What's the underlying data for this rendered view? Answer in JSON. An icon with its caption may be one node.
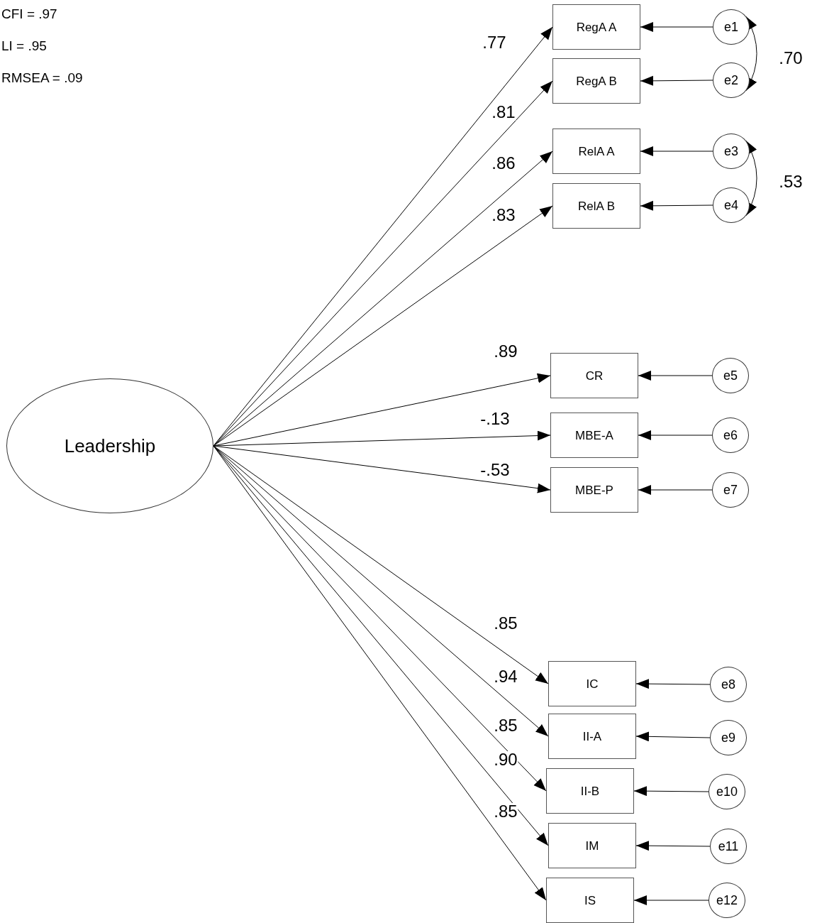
{
  "diagram": {
    "nodes": [
      {
        "text": [
          "Leadership"
        ]
      },
      {
        "text": [
          "RegA A"
        ]
      },
      {
        "text": [
          "RegA B"
        ]
      },
      {
        "text": [
          "RelA A"
        ]
      },
      {
        "text": [
          "RelA B"
        ]
      },
      {
        "text": [
          "CR"
        ]
      },
      {
        "text": [
          "MBE-A"
        ]
      },
      {
        "text": [
          "MBE-P"
        ]
      },
      {
        "text": [
          "IC"
        ]
      },
      {
        "text": [
          "II-A"
        ]
      },
      {
        "text": [
          "II-B"
        ]
      },
      {
        "text": [
          "IM"
        ]
      },
      {
        "text": [
          "IS"
        ]
      },
      {
        "text": [
          "e1"
        ]
      },
      {
        "text": [
          "e2"
        ]
      },
      {
        "text": [
          "e3"
        ]
      },
      {
        "text": [
          "e4"
        ]
      },
      {
        "text": [
          "e5"
        ]
      },
      {
        "text": [
          "e6"
        ]
      },
      {
        "text": [
          "e7"
        ]
      },
      {
        "text": [
          "e8"
        ]
      },
      {
        "text": [
          "e9"
        ]
      },
      {
        "text": [
          "e10"
        ]
      },
      {
        "text": [
          "e11"
        ]
      },
      {
        "text": [
          "e12"
        ]
      }
    ],
    "edges": [
      {
        "from": 0,
        "to": 1,
        "arrow": "to",
        "label": ".77"
      },
      {
        "from": 0,
        "to": 2,
        "arrow": "to",
        "label": ".81"
      },
      {
        "from": 0,
        "to": 3,
        "arrow": "to",
        "label": ".86"
      },
      {
        "from": 0,
        "to": 4,
        "arrow": "to",
        "label": ".83"
      },
      {
        "from": 0,
        "to": 5,
        "arrow": "to",
        "label": ".89"
      },
      {
        "from": 0,
        "to": 6,
        "arrow": "to",
        "label": "-.13"
      },
      {
        "from": 0,
        "to": 7,
        "arrow": "to",
        "label": "-.53"
      },
      {
        "from": 0,
        "to": 8,
        "arrow": "to",
        "label": ".85"
      },
      {
        "from": 0,
        "to": 9,
        "arrow": "to",
        "label": ".94"
      },
      {
        "from": 0,
        "to": 10,
        "arrow": "to",
        "label": ".85"
      },
      {
        "from": 0,
        "to": 11,
        "arrow": "to",
        "label": ".90"
      },
      {
        "from": 0,
        "to": 12,
        "arrow": "to",
        "label": ".85"
      },
      {
        "from": 13,
        "to": 1,
        "arrow": "to"
      },
      {
        "from": 14,
        "to": 2,
        "arrow": "to"
      },
      {
        "from": 15,
        "to": 3,
        "arrow": "to"
      },
      {
        "from": 16,
        "to": 4,
        "arrow": "to"
      },
      {
        "from": 17,
        "to": 5,
        "arrow": "to"
      },
      {
        "from": 18,
        "to": 6,
        "arrow": "to"
      },
      {
        "from": 19,
        "to": 7,
        "arrow": "to"
      },
      {
        "from": 20,
        "to": 8,
        "arrow": "to"
      },
      {
        "from": 21,
        "to": 9,
        "arrow": "to"
      },
      {
        "from": 22,
        "to": 10,
        "arrow": "to"
      },
      {
        "from": 23,
        "to": 11,
        "arrow": "to"
      },
      {
        "from": 24,
        "to": 12,
        "arrow": "to"
      },
      {
        "from": 13,
        "to": 14,
        "arrow": "both",
        "label": ".70"
      },
      {
        "from": 15,
        "to": 16,
        "arrow": "both",
        "label": ".53"
      }
    ],
    "labels": [
      "CFI = .97",
      "LI = .95",
      "RMSEA = .09"
    ]
  }
}
